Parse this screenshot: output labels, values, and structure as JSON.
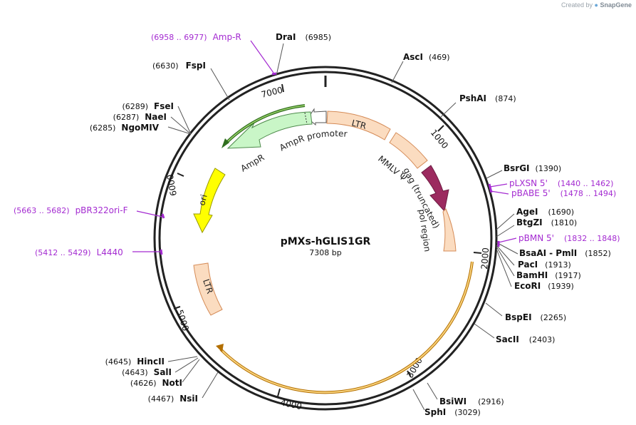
{
  "credit": {
    "prefix": "Created by",
    "brand": "SnapGene"
  },
  "plasmid": {
    "name": "pMXs-hGLIS1GR",
    "length": "7308 bp"
  },
  "ticks": [
    "1000",
    "2000",
    "3000",
    "4000",
    "5000",
    "6000",
    "7000"
  ],
  "features": [
    {
      "id": "ltr1",
      "label": "LTR",
      "color": "#fbdcc0"
    },
    {
      "id": "psi",
      "label": "MMLV Ψ",
      "color": "#fbdcc0"
    },
    {
      "id": "gag",
      "label": "gag (truncated)",
      "color": "#9c2a5f"
    },
    {
      "id": "pol",
      "label": "pol region",
      "color": "#fbdcc0"
    },
    {
      "id": "ampprom",
      "label": "AmpR promoter",
      "color": "#ffffff"
    },
    {
      "id": "ampr",
      "label": "AmpR",
      "color": "#c9f6c7"
    },
    {
      "id": "ori",
      "label": "ori",
      "color": "#ffff00"
    },
    {
      "id": "ltr2",
      "label": "LTR",
      "color": "#fbdcc0"
    },
    {
      "id": "orf1",
      "label": "",
      "color": "#f4b244"
    },
    {
      "id": "orf2",
      "label": "",
      "color": "#5cab2e"
    }
  ],
  "sites": {
    "asci": {
      "name": "AscI",
      "pos": "(469)"
    },
    "pshai": {
      "name": "PshAI",
      "pos": "(874)"
    },
    "bsrgi": {
      "name": "BsrGI",
      "pos": "(1390)"
    },
    "agei": {
      "name": "AgeI",
      "pos": "(1690)"
    },
    "btgzi": {
      "name": "BtgZI",
      "pos": "(1810)"
    },
    "bsaai": {
      "name": "BsaAI",
      "pos": "(1852)",
      "extra": "- PmlI"
    },
    "paci": {
      "name": "PacI",
      "pos": "(1913)"
    },
    "bamhi": {
      "name": "BamHI",
      "pos": "(1917)"
    },
    "ecori": {
      "name": "EcoRI",
      "pos": "(1939)"
    },
    "bspei": {
      "name": "BspEI",
      "pos": "(2265)"
    },
    "sacii": {
      "name": "SacII",
      "pos": "(2403)"
    },
    "bsiwi": {
      "name": "BsiWI",
      "pos": "(2916)"
    },
    "sphi": {
      "name": "SphI",
      "pos": "(3029)"
    },
    "nsii": {
      "name": "NsiI",
      "pos": "(4467)"
    },
    "noti": {
      "name": "NotI",
      "pos": "(4626)"
    },
    "sali": {
      "name": "SalI",
      "pos": "(4643)"
    },
    "hincii": {
      "name": "HincII",
      "pos": "(4645)"
    },
    "ngomiv": {
      "name": "NgoMIV",
      "pos": "(6285)"
    },
    "naei": {
      "name": "NaeI",
      "pos": "(6287)"
    },
    "fsei": {
      "name": "FseI",
      "pos": "(6289)"
    },
    "fspi": {
      "name": "FspI",
      "pos": "(6630)"
    },
    "drai": {
      "name": "DraI",
      "pos": "(6985)"
    }
  },
  "primers": {
    "ampr_p": {
      "name": "Amp-R",
      "range": "(6958 .. 6977)"
    },
    "plxsn": {
      "name": "pLXSN 5'",
      "range": "(1440 .. 1462)"
    },
    "pbabe": {
      "name": "pBABE 5'",
      "range": "(1478 .. 1494)"
    },
    "pbmn": {
      "name": "pBMN 5'",
      "range": "(1832 .. 1848)"
    },
    "pbr322": {
      "name": "pBR322ori-F",
      "range": "(5663 .. 5682)"
    },
    "l4440": {
      "name": "L4440",
      "range": "(5412 .. 5429)"
    }
  },
  "colors": {
    "primer": "#a42bd1",
    "backbone": "#222222"
  }
}
